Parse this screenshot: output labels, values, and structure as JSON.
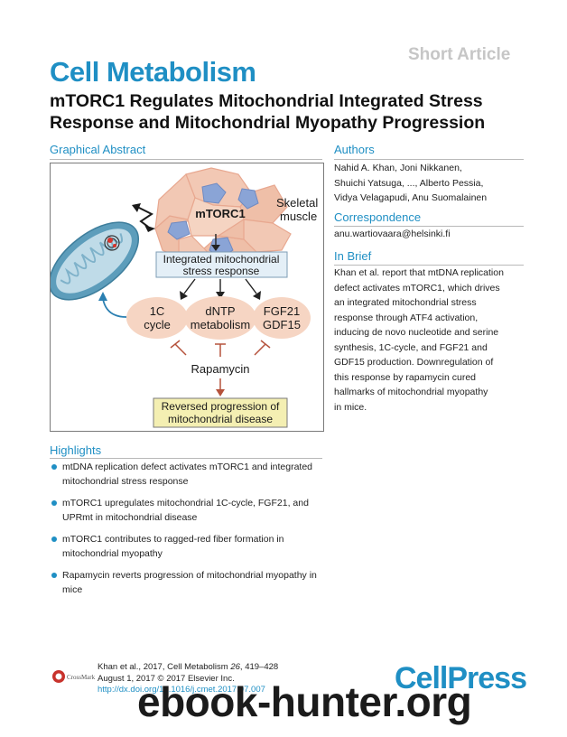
{
  "header": {
    "article_type": "Short Article",
    "journal": "Cell Metabolism",
    "title": "mTORC1 Regulates Mitochondrial Integrated Stress Response and Mitochondrial Myopathy Progression"
  },
  "graphical_abstract": {
    "heading": "Graphical Abstract",
    "mtorc1": "mTORC1",
    "skeletal": "Skeletal",
    "muscle": "muscle",
    "isr_line1": "Integrated mitochondrial",
    "isr_line2": "stress response",
    "c1_line1": "1C",
    "c1_line2": "cycle",
    "dntp_line1": "dNTP",
    "dntp_line2": "metabolism",
    "fgf_line1": "FGF21",
    "fgf_line2": "GDF15",
    "rapamycin": "Rapamycin",
    "result_line1": "Reversed progression of",
    "result_line2": "mitochondrial disease"
  },
  "authors": {
    "heading": "Authors",
    "lines": [
      "Nahid A. Khan, Joni Nikkanen,",
      "Shuichi Yatsuga, ..., Alberto Pessia,",
      "Vidya Velagapudi, Anu Suomalainen"
    ]
  },
  "correspondence": {
    "heading": "Correspondence",
    "email": "anu.wartiovaara@helsinki.fi"
  },
  "in_brief": {
    "heading": "In Brief",
    "lines": [
      "Khan et al. report that mtDNA replication",
      "defect activates mTORC1, which drives",
      "an integrated mitochondrial stress",
      "response through ATF4 activation,",
      "inducing de novo nucleotide and serine",
      "synthesis, 1C-cycle, and FGF21 and",
      "GDF15 production. Downregulation of",
      "this response by rapamycin cured",
      "hallmarks of mitochondrial myopathy",
      "in mice."
    ]
  },
  "highlights": {
    "heading": "Highlights",
    "items": [
      "mtDNA replication defect activates mTORC1 and integrated mitochondrial stress response",
      "mTORC1 upregulates mitochondrial 1C-cycle, FGF21, and UPRmt in mitochondrial disease",
      "mTORC1 contributes to ragged-red fiber formation in mitochondrial myopathy",
      "Rapamycin reverts progression of mitochondrial myopathy in mice"
    ]
  },
  "citation": {
    "authors": "Khan et al., 2017, Cell Metabolism ",
    "volume": "26",
    "pages": ", 419–428",
    "date_line": "August 1, 2017 © 2017 Elsevier Inc.",
    "doi": "http://dx.doi.org/10.1016/j.cmet.2017.07.007"
  },
  "footer": {
    "crossmark": "CrossMark",
    "publisher": "CellPress",
    "watermark": "ebook-hunter.org"
  }
}
